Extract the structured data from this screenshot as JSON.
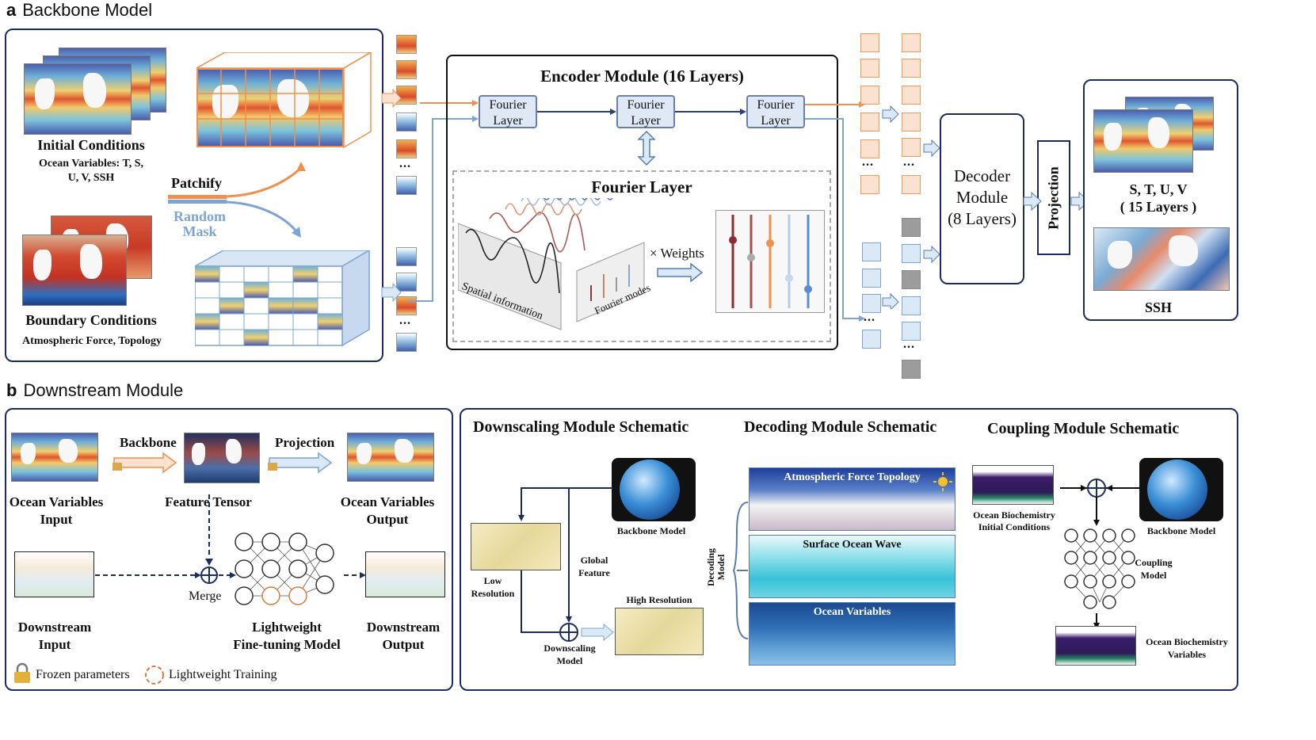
{
  "panel_a": {
    "letter": "a",
    "title": "Backbone Model",
    "initial_title": "Initial Conditions",
    "initial_sub1": "Ocean Variables: T, S,",
    "initial_sub2": "U, V, SSH",
    "boundary_title": "Boundary Conditions",
    "boundary_sub": "Atmospheric Force, Topology",
    "patchify": "Patchify",
    "random_mask_1": "Random",
    "random_mask_2": "Mask",
    "ellipsis": "...",
    "encoder_title": "Encoder Module (16 Layers)",
    "fourier_layer_1": "Fourier",
    "fourier_layer_2": "Layer",
    "fourier_detail_title": "Fourier Layer",
    "spatial_info": "Spatial information",
    "fourier_modes": "Fourier modes",
    "weights": "× Weights",
    "decoder_1": "Decoder",
    "decoder_2": "Module",
    "decoder_3": "(8 Layers)",
    "projection": "Projection",
    "output_vars_1": "S, T, U, V",
    "output_vars_2": "( 15 Layers )",
    "output_ssh": "SSH"
  },
  "panel_b": {
    "letter": "b",
    "title": "Downstream Module",
    "backbone": "Backbone",
    "projection": "Projection",
    "ocean_input_1": "Ocean Variables",
    "ocean_input_2": "Input",
    "feature_tensor": "Feature Tensor",
    "ocean_output_1": "Ocean Variables",
    "ocean_output_2": "Output",
    "merge": "Merge",
    "downstream_input_1": "Downstream",
    "downstream_input_2": "Input",
    "lightweight_1": "Lightweight",
    "lightweight_2": "Fine-tuning Model",
    "downstream_output_1": "Downstream",
    "downstream_output_2": "Output",
    "legend_frozen": "Frozen parameters",
    "legend_training": "Lightweight Training",
    "downscaling_title": "Downscaling Module Schematic",
    "decoding_title": "Decoding Module Schematic",
    "coupling_title": "Coupling Module Schematic",
    "backbone_model": "Backbone Model",
    "global_feature_1": "Global",
    "global_feature_2": "Feature",
    "low_res_1": "Low",
    "low_res_2": "Resolution",
    "high_res": "High Resolution",
    "downscaling_model_1": "Downscaling",
    "downscaling_model_2": "Model",
    "decoding_model_1": "Decoding",
    "decoding_model_2": "Model",
    "atmos_topology": "Atmospheric Force Topology",
    "surface_wave": "Surface Ocean Wave",
    "ocean_variables": "Ocean Variables",
    "bio_init_1": "Ocean Biochemistry",
    "bio_init_2": "Initial Conditions",
    "coupling_model_1": "Coupling",
    "coupling_model_2": "Model",
    "bio_vars_1": "Ocean Biochemistry",
    "bio_vars_2": "Variables"
  },
  "colors": {
    "border": "#1d2c5e",
    "orange": "#f0904c",
    "blue": "#7da4d4",
    "dark_blue": "#2c4078"
  }
}
